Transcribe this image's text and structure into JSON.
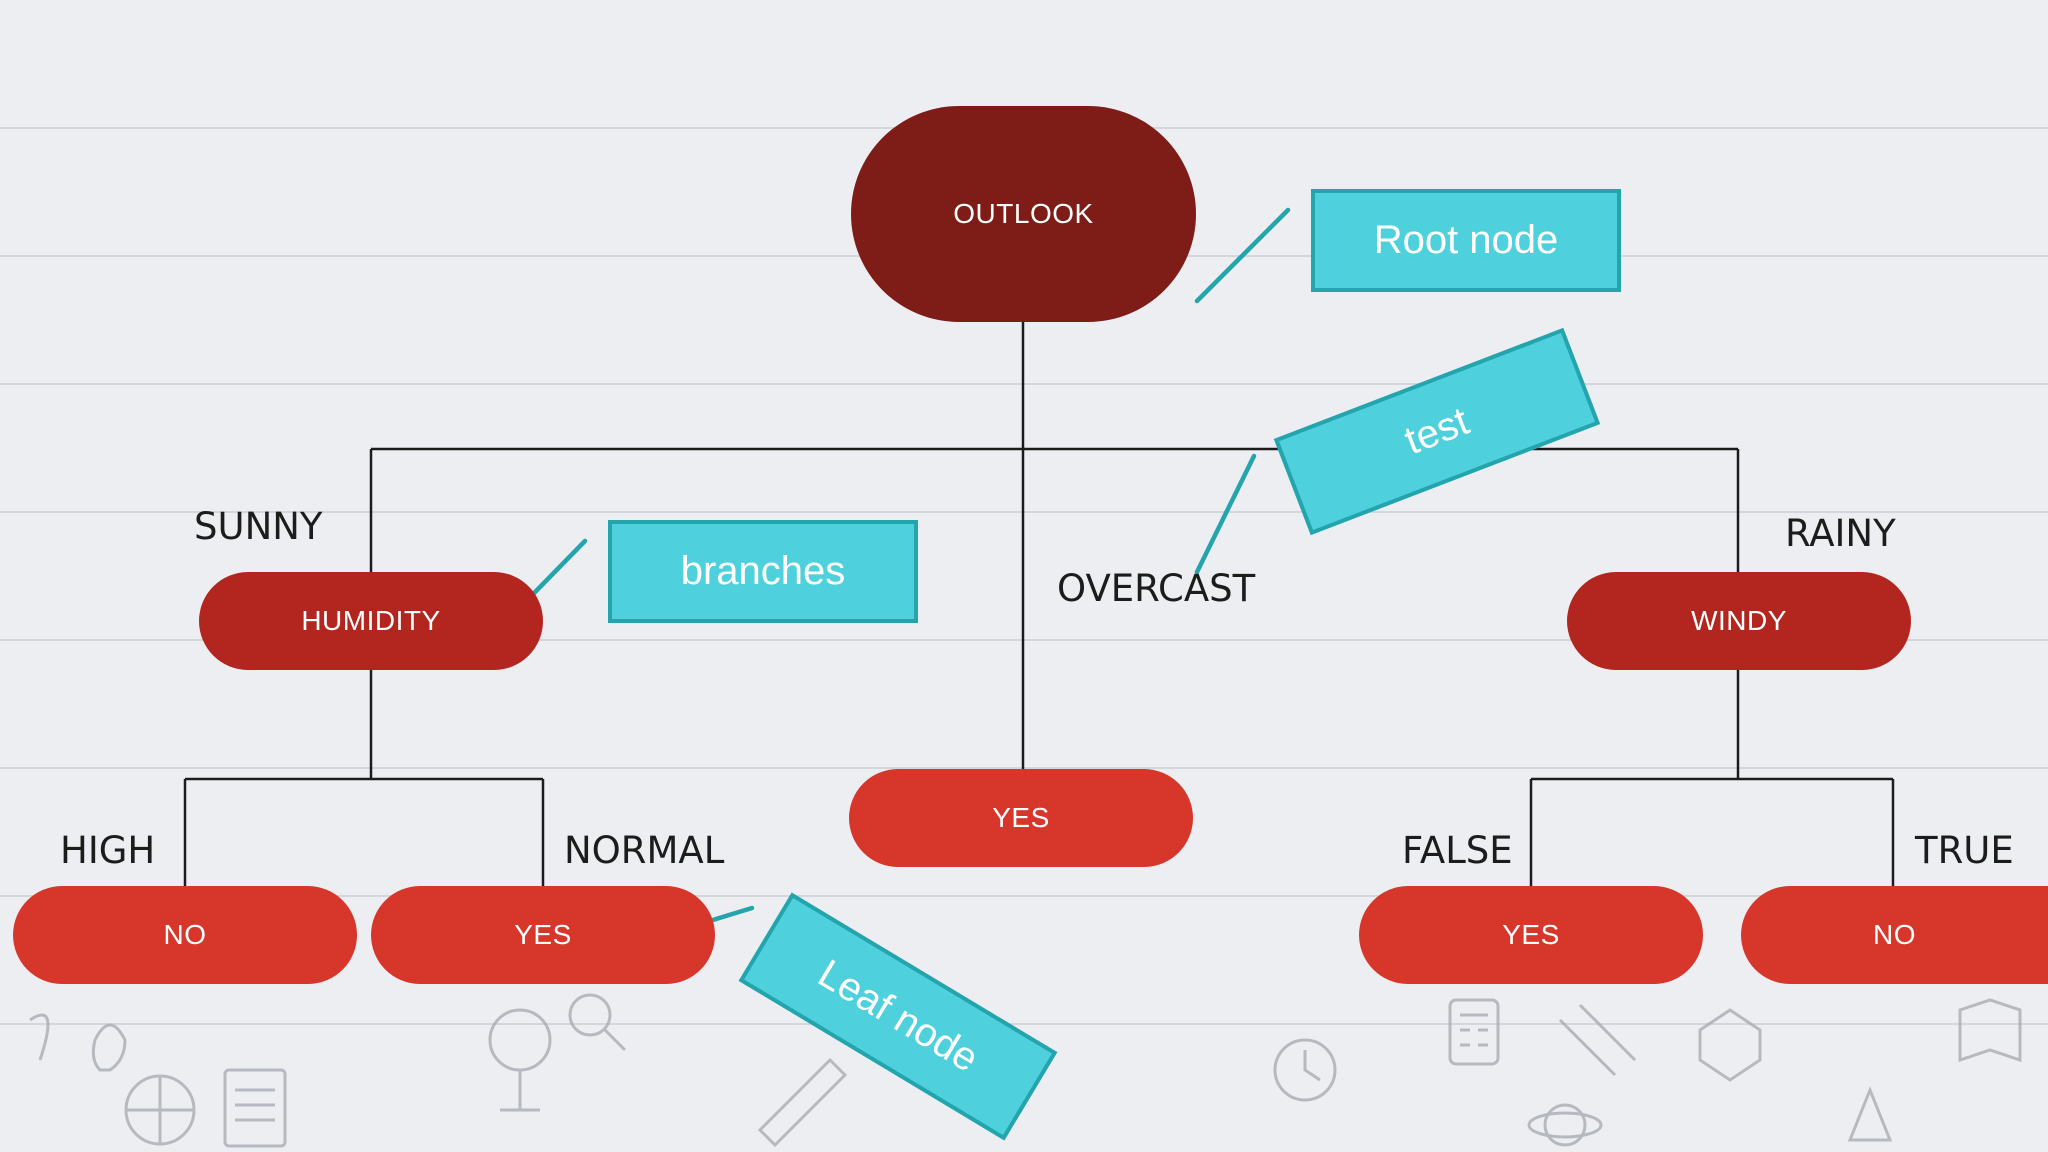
{
  "nodes": {
    "outlook": "OUTLOOK",
    "humidity": "HUMIDITY",
    "windy": "WINDY",
    "yes_overcast": "YES",
    "no_high": "NO",
    "yes_normal": "YES",
    "yes_false": "YES",
    "no_true": "NO"
  },
  "edges": {
    "sunny": "SUNNY",
    "overcast": "OVERCAST",
    "rainy": "RAINY",
    "high": "HIGH",
    "normal": "NORMAL",
    "false": "FALSE",
    "true": "TRUE"
  },
  "callouts": {
    "root_node": "Root node",
    "test": "test",
    "branches": "branches",
    "leaf_node": "Leaf node"
  },
  "colors": {
    "root": "#7e1c18",
    "internal": "#b2261f",
    "leaf": "#d7362b",
    "callout": "#4ed1dc",
    "callout_border": "#24a4ad",
    "connector": "#1c1c1c"
  }
}
